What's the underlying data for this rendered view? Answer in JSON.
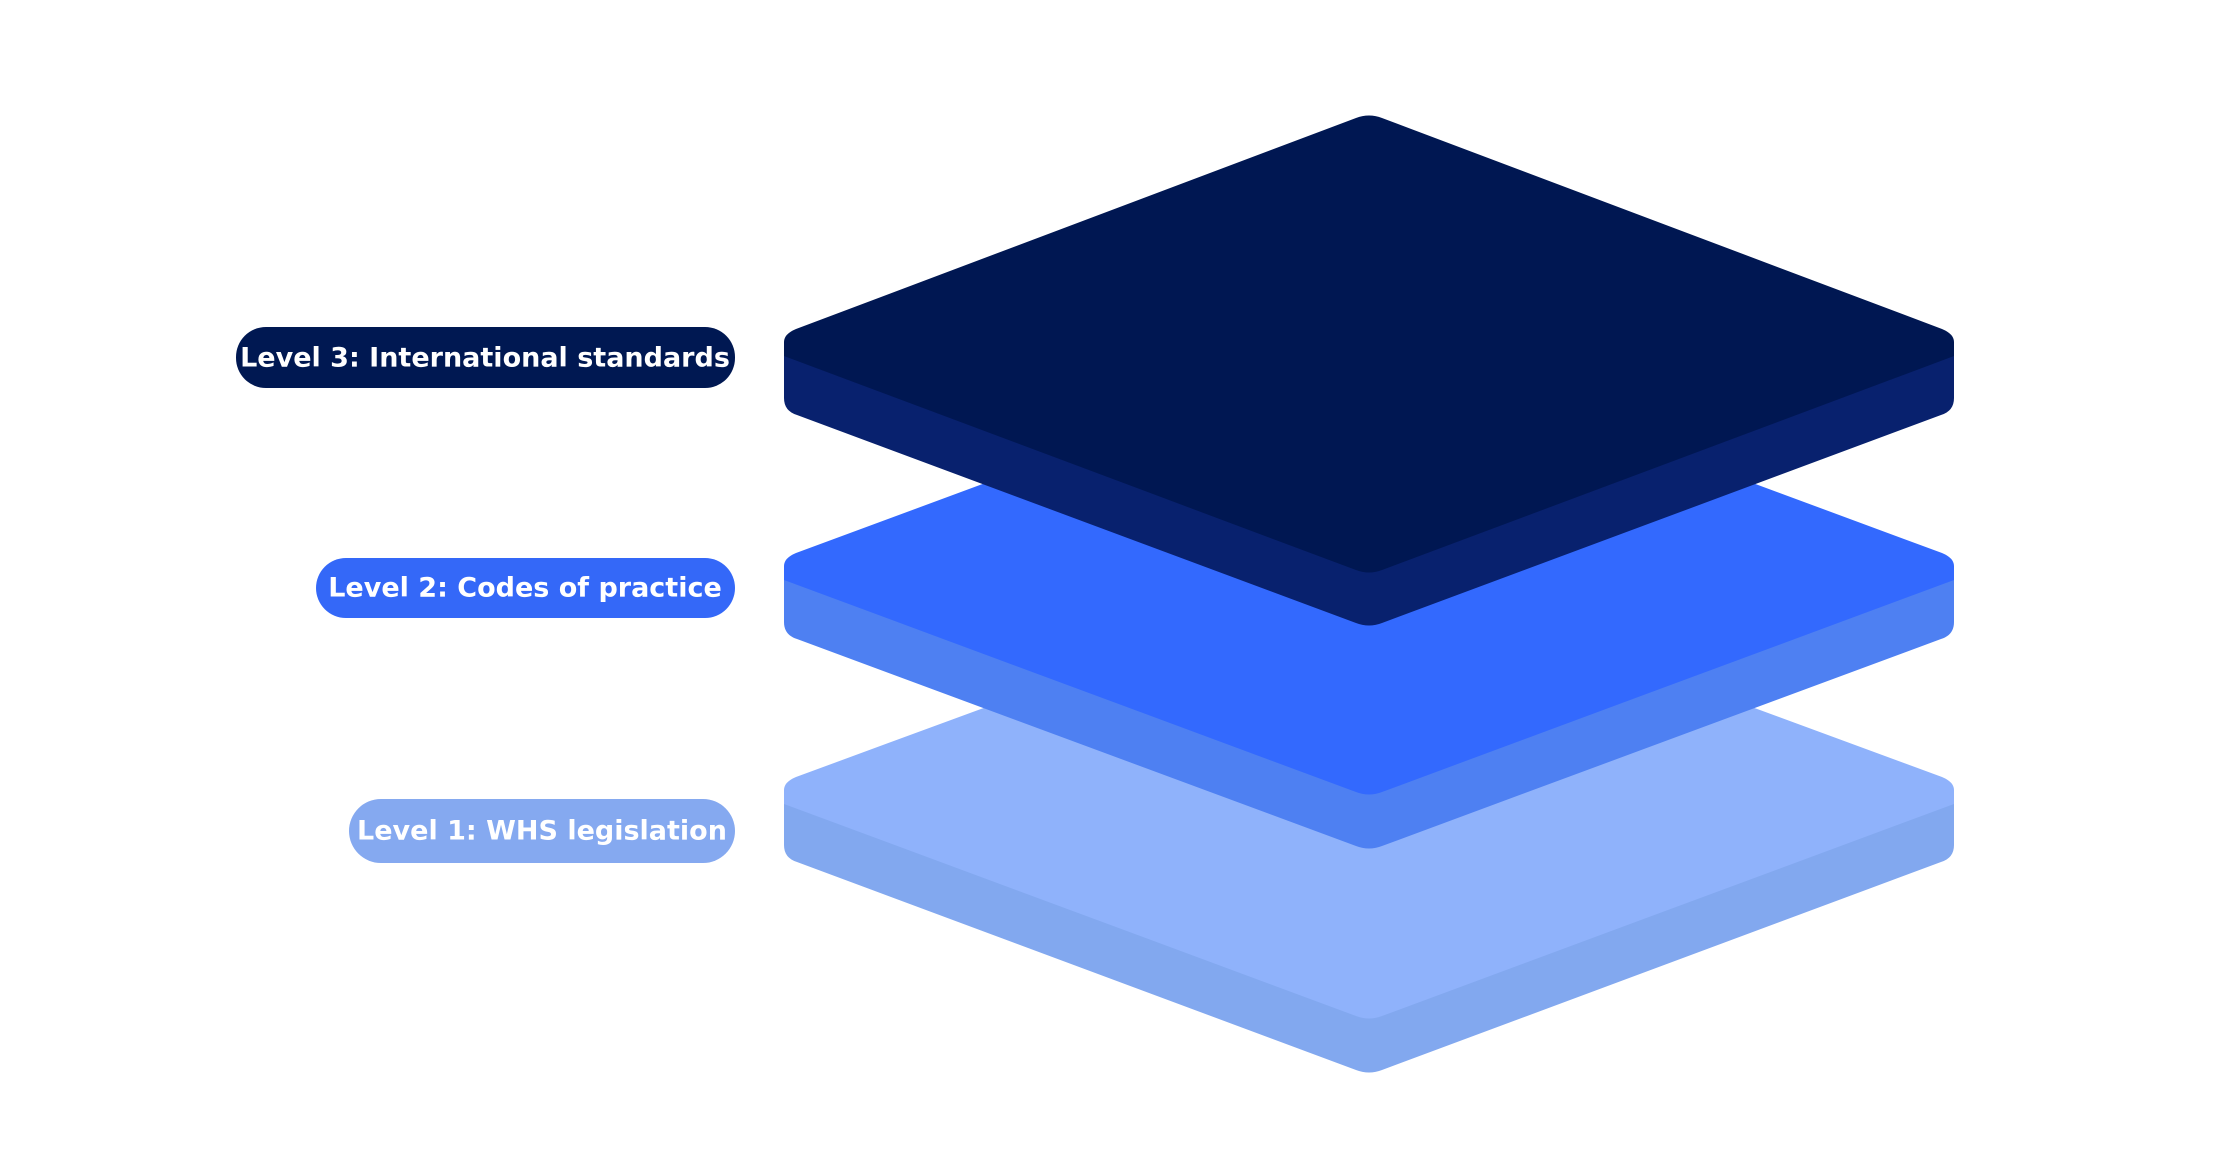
{
  "levels": [
    {
      "label": "Level 1: WHS legislation",
      "pill_color": "#85a9f0",
      "top_color": "#8fb2fb",
      "side_color": "#82a8ef",
      "text_color": "#ffffff"
    },
    {
      "label": "Level 2: Codes of practice",
      "pill_color": "#3468f8",
      "top_color": "#3369fe",
      "side_color": "#4e80f2",
      "text_color": "#ffffff"
    },
    {
      "label": "Level 3: International standards",
      "pill_color": "#001852",
      "top_color": "#001752",
      "side_color": "#08216e",
      "text_color": "#ffffff"
    }
  ]
}
